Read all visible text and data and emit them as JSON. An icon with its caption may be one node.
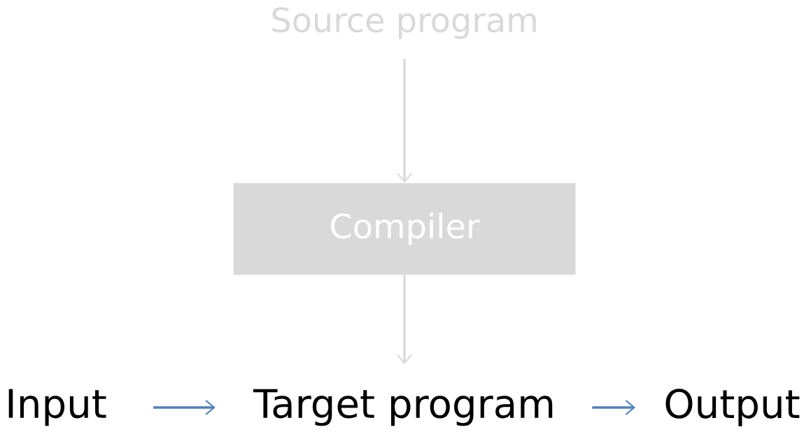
{
  "diagram": {
    "nodes": [
      {
        "text": [
          "Source program"
        ]
      },
      {
        "text": [
          "Compiler"
        ]
      },
      {
        "text": [
          "Target program"
        ]
      },
      {
        "text": [
          "Input"
        ]
      },
      {
        "text": [
          "Output"
        ]
      }
    ],
    "edges": [
      {
        "from": 0,
        "to": 1,
        "arrow": "to",
        "color": "#d9d9d9"
      },
      {
        "from": 1,
        "to": 2,
        "arrow": "to",
        "color": "#d9d9d9"
      },
      {
        "from": 3,
        "to": 2,
        "arrow": "to",
        "color": "#4f81bd"
      },
      {
        "from": 2,
        "to": 4,
        "arrow": "to",
        "color": "#4f81bd"
      }
    ]
  }
}
